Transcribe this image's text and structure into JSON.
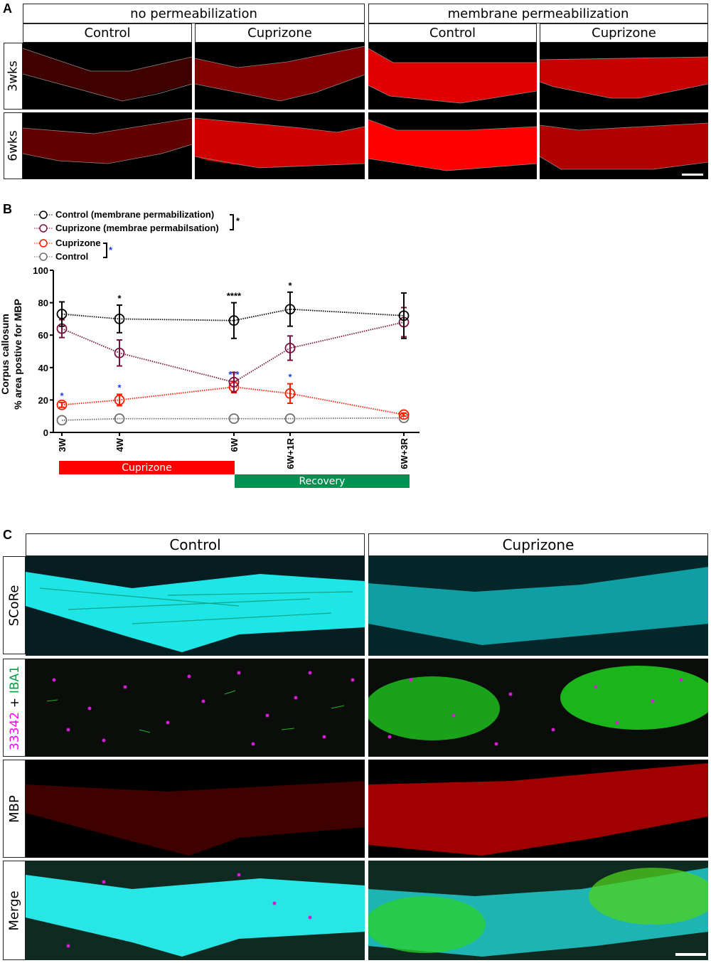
{
  "panel_a": {
    "letter": "A",
    "group_headers": [
      "no permeabilization",
      "membrane permeabilization"
    ],
    "column_headers": [
      "Control",
      "Cuprizone",
      "Control",
      "Cuprizone"
    ],
    "row_labels": [
      "3wks",
      "6wks"
    ],
    "image_color": "#ff1a1a"
  },
  "panel_b": {
    "letter": "B",
    "legend": [
      {
        "label": "Control (membrane permabilization)",
        "color": "#000000"
      },
      {
        "label": "Cuprizone (membrae permabilsation)",
        "color": "#7a1040"
      },
      {
        "label": "Cuprizone",
        "color": "#ff1a00"
      },
      {
        "label": "Control",
        "color": "#6e6e6e"
      }
    ],
    "bracket_sig_black": "*",
    "bracket_sig_blue": "*",
    "treatment_bars": [
      {
        "label": "Cuprizone",
        "color": "#ff0000"
      },
      {
        "label": "Recovery",
        "color": "#009150"
      }
    ]
  },
  "chart_data": {
    "type": "line",
    "title": "",
    "xlabel": "",
    "ylabel": "Corpus callosum\n% area postive for MBP",
    "ylabel_line1": "Corpus callosum",
    "ylabel_line2": "% area postive for MBP",
    "ylim": [
      0,
      100
    ],
    "yticks": [
      0,
      20,
      40,
      60,
      80,
      100
    ],
    "categories": [
      "3W",
      "4W",
      "6W",
      "6W+1R",
      "6W+3R"
    ],
    "x_positions_weeks": [
      3,
      4,
      6,
      7,
      9
    ],
    "grid": false,
    "legend_position": "top-left",
    "series": [
      {
        "name": "Control (membrane permabilization)",
        "color": "#000000",
        "values": [
          73,
          70,
          69,
          76,
          72
        ],
        "errors": [
          7.5,
          8.5,
          11,
          10.5,
          14
        ],
        "significance": [
          "",
          "*",
          "****",
          "*",
          ""
        ],
        "significance_color": "#000000"
      },
      {
        "name": "Cuprizone (membrae permabilsation)",
        "color": "#7a1040",
        "values": [
          64,
          49,
          31,
          52,
          68
        ],
        "errors": [
          5.5,
          8,
          6,
          7.5,
          9
        ],
        "significance": [
          "",
          "",
          "",
          "",
          ""
        ]
      },
      {
        "name": "Cuprizone",
        "color": "#ff1a00",
        "values": [
          17,
          20,
          28,
          24,
          11
        ],
        "errors": [
          1.5,
          3.5,
          3.5,
          6,
          1
        ],
        "significance": [
          "*",
          "*",
          "***",
          "*",
          ""
        ],
        "significance_color": "#1a3cff"
      },
      {
        "name": "Control",
        "color": "#6e6e6e",
        "values": [
          7.5,
          8.5,
          8.5,
          8.5,
          9
        ],
        "errors": [
          0.5,
          0.5,
          0.5,
          0.5,
          0.5
        ],
        "significance": [
          "",
          "",
          "",
          "",
          ""
        ]
      }
    ],
    "annotations": [
      "Cuprizone (3W–6W)",
      "Recovery (6W–6W+3R)"
    ]
  },
  "panel_c": {
    "letter": "C",
    "column_headers": [
      "Control",
      "Cuprizone"
    ],
    "row_labels": [
      "SCoRe",
      "33342",
      "+",
      "IBA1",
      "MBP",
      "Merge"
    ],
    "row_label_colors": {
      "33342": "#ff00ff",
      "plus": "#000000",
      "IBA1": "#00a040"
    }
  }
}
